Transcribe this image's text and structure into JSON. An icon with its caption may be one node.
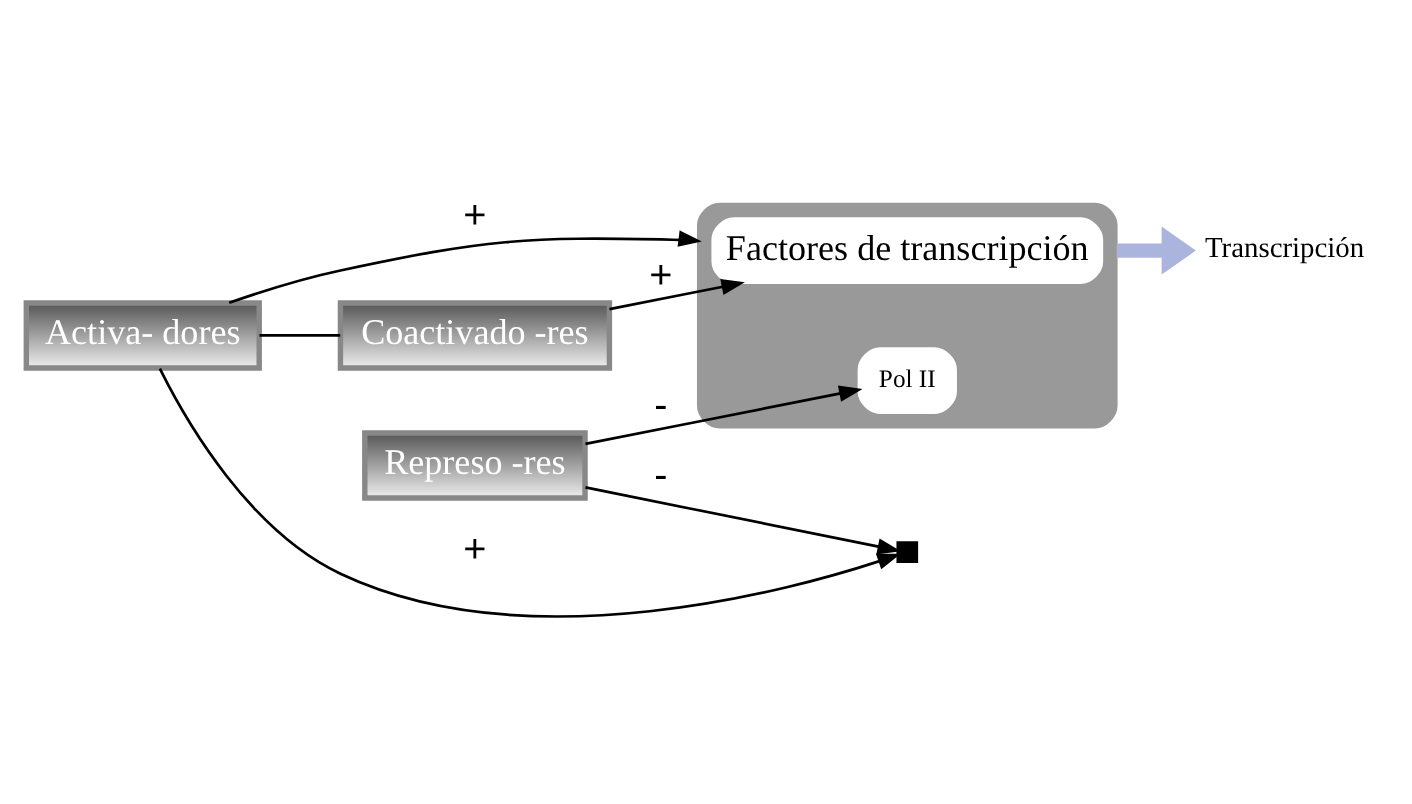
{
  "diagram": {
    "nodes": [
      {
        "text": [
          "Coactivado -res"
        ]
      },
      {
        "text": [
          "Activa- dores"
        ]
      },
      {
        "text": [],
        "shape": "box"
      },
      {
        "text": [
          "Factores de transcripción"
        ],
        "in": 2
      },
      {
        "text": [
          "Pol II"
        ],
        "in": 2
      },
      {
        "text": [
          "Represo -res"
        ]
      },
      {
        "text": [],
        "shape": "box"
      },
      {
        "text": [
          "Transcripción"
        ]
      }
    ],
    "edges": [
      {
        "from": 1,
        "to": 0,
        "arrow": "none"
      },
      {
        "from": 0,
        "to": 3,
        "arrow": "to",
        "label": "+"
      },
      {
        "from": 1,
        "to": 2,
        "arrow": "to",
        "label": "+"
      },
      {
        "from": 1,
        "to": 6,
        "arrow": "to",
        "label": "+"
      },
      {
        "from": 5,
        "to": 6,
        "arrow": "to",
        "label": "-"
      },
      {
        "from": 5,
        "to": 4,
        "arrow": "to",
        "label": "-"
      },
      {
        "from": 2,
        "to": 7,
        "arrow": "to",
        "style": "thick",
        "color": "#aab4dc"
      }
    ]
  }
}
